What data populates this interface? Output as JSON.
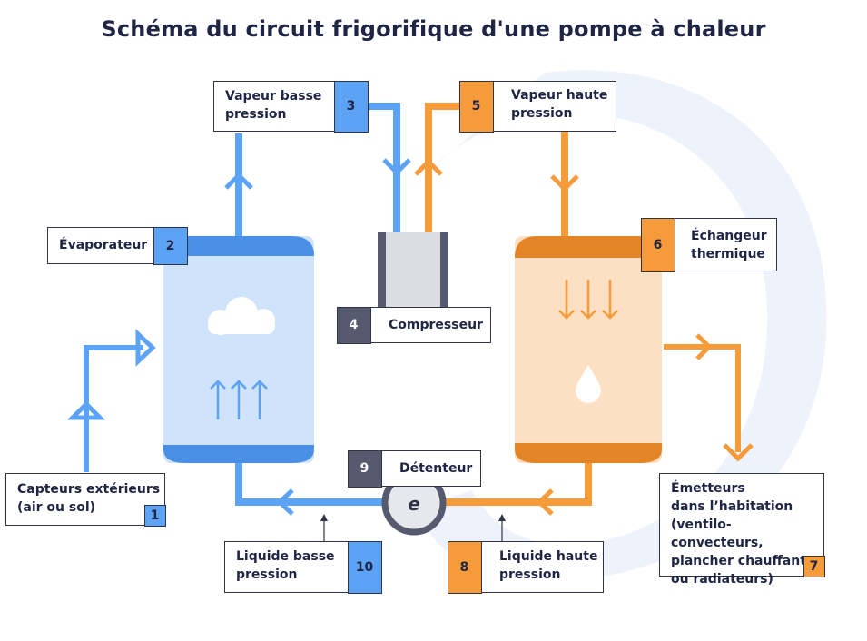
{
  "title": "Schéma du circuit frigorifique d'une pompe à chaleur",
  "colors": {
    "cold": "#5da3f5",
    "cold_light": "#cfe3fb",
    "hot": "#f59b3a",
    "hot_light": "#fde0c4",
    "hot_dark": "#e38426",
    "dark": "#565a6e",
    "compressor_body": "#dcdde3",
    "watermark": "#eef2fb"
  },
  "labels": {
    "l1": {
      "num": "1",
      "text": "Capteurs extérieurs\n(air ou sol)"
    },
    "l2": {
      "num": "2",
      "text": "Évaporateur"
    },
    "l3": {
      "num": "3",
      "text": "Vapeur basse\npression"
    },
    "l4": {
      "num": "4",
      "text": "Compresseur"
    },
    "l5": {
      "num": "5",
      "text": "Vapeur haute\npression"
    },
    "l6": {
      "num": "6",
      "text": "Échangeur\nthermique"
    },
    "l7": {
      "num": "7",
      "text": "Émetteurs\ndans l’habitation\n(ventilo-convecteurs,\nplancher chauffant\nou radiateurs)"
    },
    "l8": {
      "num": "8",
      "text": "Liquide haute\npression"
    },
    "l9": {
      "num": "9",
      "text": "Détenteur"
    },
    "l10": {
      "num": "10",
      "text": "Liquide basse\npression"
    }
  },
  "icons": {
    "cloud": "cloud-icon",
    "drop": "water-drop-icon",
    "expansion_valve_letter": "e"
  }
}
